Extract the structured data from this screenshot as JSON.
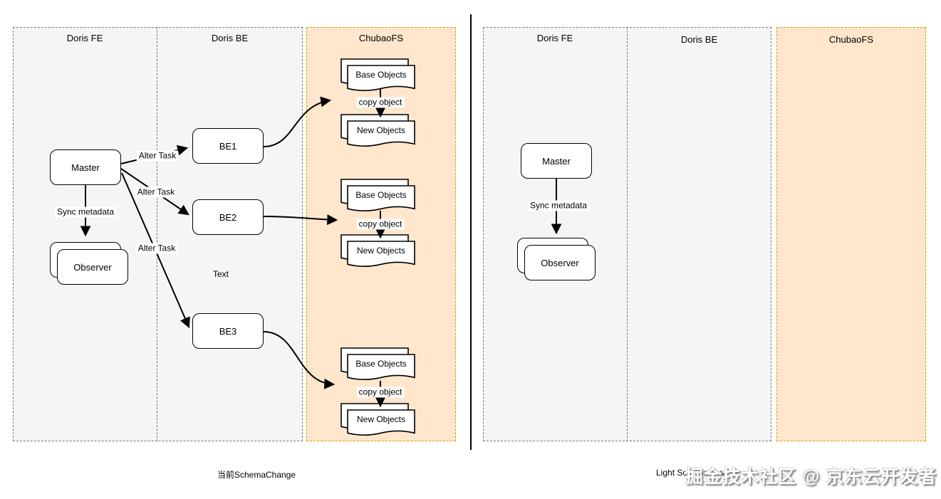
{
  "left_diagram": {
    "caption": "当前SchemaChange",
    "columns": {
      "fe_label": "Doris FE",
      "be_label": "Doris BE",
      "cfs_label": "ChubaoFS"
    },
    "nodes": {
      "master": "Master",
      "observer": "Observer",
      "be1": "BE1",
      "be2": "BE2",
      "be3": "BE3",
      "text_note": "Text"
    },
    "edge_labels": {
      "sync_metadata": "Sync metadata",
      "alter_task_1": "Alter Task",
      "alter_task_2": "Alter Task",
      "alter_task_3": "Alter Task"
    },
    "object_groups": [
      {
        "base_label": "Base Objects",
        "copy_label": "copy object",
        "new_label": "New Objects"
      },
      {
        "base_label": "Base Objects",
        "copy_label": "copy object",
        "new_label": "New Objects"
      },
      {
        "base_label": "Base Objects",
        "copy_label": "copy object",
        "new_label": "New Objects"
      }
    ]
  },
  "right_diagram": {
    "caption": "Light SchemaChange",
    "columns": {
      "fe_label": "Doris FE",
      "be_label": "Doris BE",
      "cfs_label": "ChubaoFS"
    },
    "nodes": {
      "master": "Master",
      "observer": "Observer"
    },
    "edge_labels": {
      "sync_metadata": "Sync metadata"
    }
  },
  "watermark_text": "掘金技术社区 @ 京东云开发者",
  "colors": {
    "lane_fill": "#f5f5f5",
    "lane_border": "#7a7a7a",
    "chubaofs_fill": "#ffe6cc",
    "chubaofs_border": "#d79b00",
    "node_fill": "#ffffff",
    "node_border": "#000000",
    "connector": "#000000"
  }
}
